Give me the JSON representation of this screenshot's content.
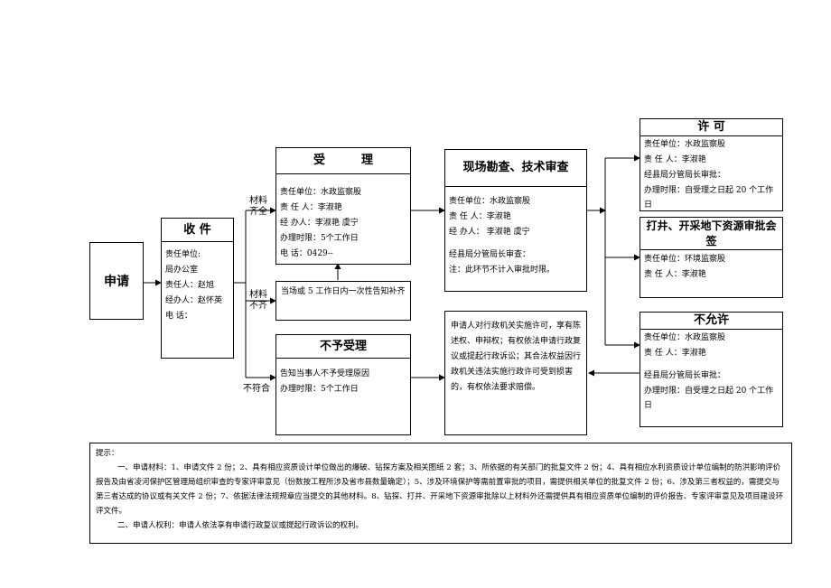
{
  "apply": {
    "title": "申请"
  },
  "receive": {
    "title": "收 件",
    "lines": [
      "责任单位:",
      "局办公室",
      "责任人：赵旭",
      "经办人：赵怀英",
      "电  话："
    ]
  },
  "accept": {
    "title": "受",
    "title2": "理",
    "lines": [
      "责任单位：水政监察股",
      "责  任  人：李淑艳",
      "经  办人：李淑艳  虞宁",
      "办理时限：5个工作日",
      "电      话：0429--"
    ]
  },
  "notify": {
    "text": "当场或 5 工作日内一次性告知补齐"
  },
  "reject": {
    "title": "不予受理",
    "lines": [
      "告知当事人不予受理原因",
      "办理时限：5个工作日"
    ]
  },
  "inspect": {
    "title": "现场勘查、技术审查",
    "lines": [
      "责任单位：水政监察股",
      "责  任  人：李淑艳",
      "经    办人：   李淑艳    虞宁",
      "",
      "经县局分管局长审查：",
      "注：此环节不计入审批时限。"
    ]
  },
  "rights_box": {
    "text": "申请人对行政机关实施许可，享有陈述权、申辩权；有权依法申请行政复议或提起行政诉讼；其合法权益因行政机关违法实施行政许可受到损害的，有权依法要求赔偿。"
  },
  "permit": {
    "title": "许    可",
    "lines": [
      "责任单位：水政监察股",
      "责  任  人：李淑艳",
      "经县局分管局长审批：",
      "办理时限：自受理之日起 20 个工作日"
    ]
  },
  "drill": {
    "title": "打井、开采地下资源审批会签",
    "lines": [
      "责任单位：环境监察股",
      "责  任  人：李淑艳"
    ]
  },
  "deny": {
    "title": "不允许",
    "lines": [
      "责任单位：水政监察股",
      "责  任  人：李淑艳",
      "",
      "经县局分管局长审批：",
      "办理时限：自受理之日起 20 个工作日"
    ]
  },
  "labels": {
    "complete": "材料齐全",
    "incomplete": "材料不齐",
    "noncompliant": "不符合"
  },
  "notes": {
    "heading": "提示：",
    "item1": "一、申请材料：1、申请文件 2 份；2、具有相应资质设计单位做出的爆破、钻探方案及相关图纸 2 套；3、所依据的有关部门的批复文件 2 份；4、具有相应水利资质设计单位编制的防洪影响评价报告及由省凌河保护区管理局组织审查的专家评审意见（份数按工程所涉及省市县数量确定）；5、涉及环境保护等需前置审批的项目，需提供相关单位的批复文件 2 份；6、涉及第三者权益的，需提交与第三者达成的协议或有关文件 2 份；7、依据法律法规规章应当提交的其他材料。8、钻探、打井、开采地下资源审批除以上材料外还需提供具有相应资质单位编制的评价报告、专家评审意见及项目建设环评文件。",
    "item2": "二、申请人权利：申请人依法享有申请行政复议或提起行政诉讼的权利。"
  }
}
